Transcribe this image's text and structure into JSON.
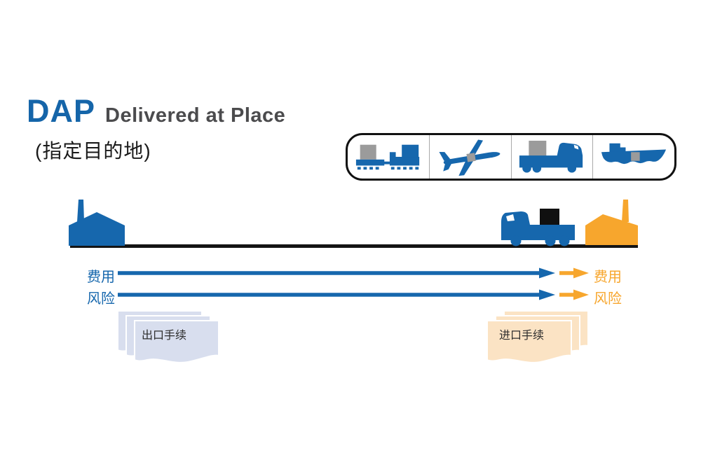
{
  "title": {
    "acronym": "DAP",
    "name_en": "Delivered at Place",
    "name_zh": "(指定目的地)"
  },
  "transport_box": {
    "icons": [
      "train-icon",
      "airplane-icon",
      "truck-icon",
      "ship-icon"
    ]
  },
  "flow_rows": [
    {
      "id": "cost",
      "left_label": "费用",
      "right_label": "费用"
    },
    {
      "id": "risk",
      "left_label": "风险",
      "right_label": "风险"
    }
  ],
  "documents": {
    "export_label": "出口手续",
    "import_label": "进口手续"
  },
  "colors": {
    "blue": "#1667ad",
    "orange": "#f7a62d",
    "title-blue": "#1565a9",
    "title-gray": "#4b4b4d",
    "ink": "#1a1a1a",
    "container-gray": "#9b9b9b",
    "doc-blue": "#d8deee",
    "doc-orange": "#fbe3c4"
  }
}
